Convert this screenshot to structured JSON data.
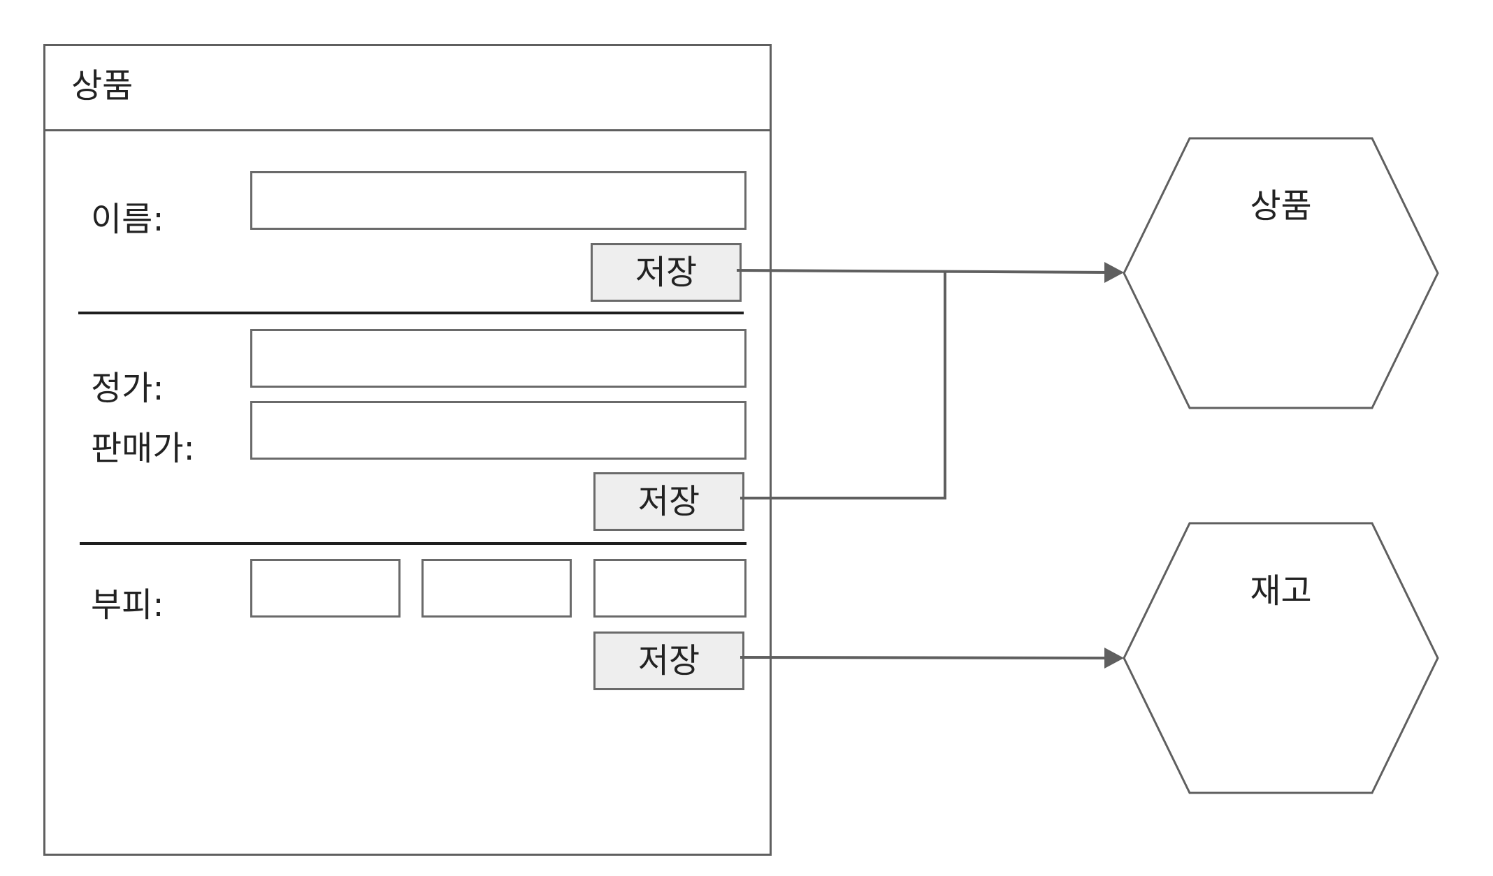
{
  "window": {
    "title": "상품"
  },
  "sections": {
    "name": {
      "label": "이름:",
      "save_label": "저장"
    },
    "price": {
      "list_price_label": "정가:",
      "sale_price_label": "판매가:",
      "save_label": "저장"
    },
    "volume": {
      "label": "부피:",
      "save_label": "저장"
    }
  },
  "services": {
    "product": "상품",
    "inventory": "재고"
  }
}
